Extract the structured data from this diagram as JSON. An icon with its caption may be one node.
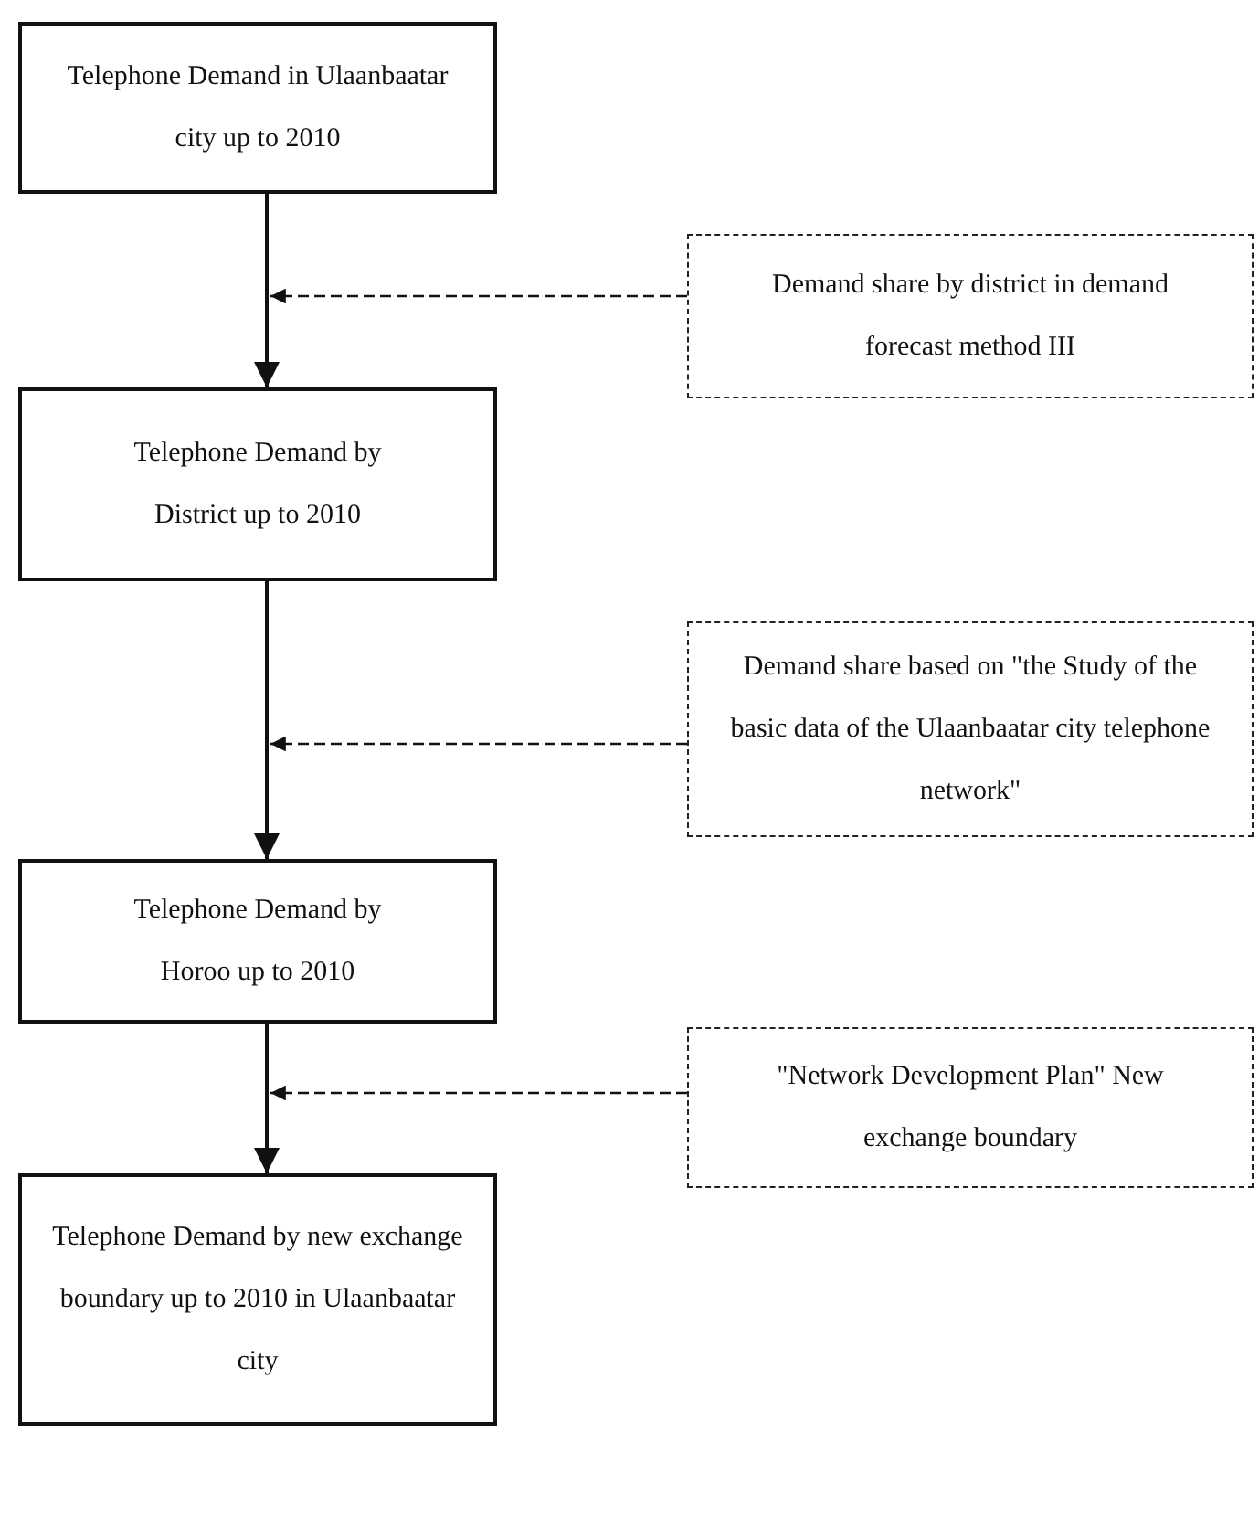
{
  "diagram": {
    "nodes": [
      {
        "text": [
          "Telephone Demand in Ulaanbaatar city up to 2010"
        ]
      },
      {
        "text": [
          "Telephone Demand by District up to 2010"
        ]
      },
      {
        "text": [
          "Telephone Demand by Horoo up to 2010"
        ]
      },
      {
        "text": [
          "Telephone Demand by new exchange boundary up to 2010 in Ulaanbaatar city"
        ]
      },
      {
        "text": [
          "Demand share by district in demand forecast method III"
        ]
      },
      {
        "text": [
          "Demand share based on \"the Study of the basic data of the Ulaanbaatar city telephone network\""
        ]
      },
      {
        "text": [
          "\"Network Development Plan\" New exchange boundary"
        ]
      }
    ],
    "edges": [
      {
        "from": 0,
        "to": 1,
        "arrow": "to"
      },
      {
        "from": 1,
        "to": 2,
        "arrow": "to"
      },
      {
        "from": 2,
        "to": 3,
        "arrow": "to"
      },
      {
        "from": 4,
        "to": null,
        "arrow": "to",
        "style": "dashed"
      },
      {
        "from": 5,
        "to": null,
        "arrow": "to",
        "style": "dashed"
      },
      {
        "from": 6,
        "to": null,
        "arrow": "to",
        "style": "dashed"
      }
    ]
  }
}
